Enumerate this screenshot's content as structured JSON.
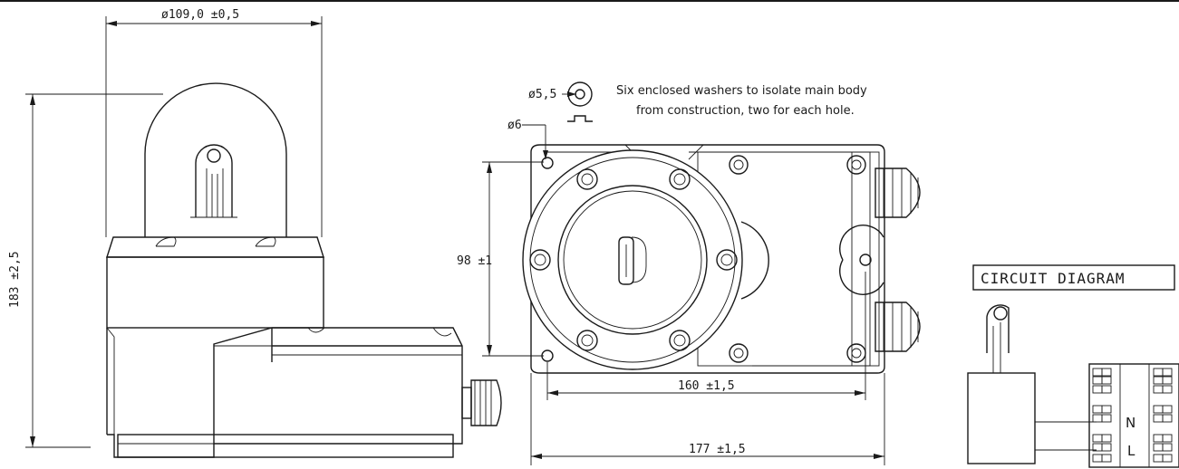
{
  "dimensions": {
    "diameter_top": "ø109,0  ±0,5",
    "height_total": "183  ±2,5",
    "washer_diameter": "ø5,5",
    "hole_diameter": "ø6",
    "height_body": "98  ±1",
    "hole_spacing": "160  ±1,5",
    "width_total": "177  ±1,5"
  },
  "note": {
    "line1": "Six enclosed washers to isolate main body",
    "line2": "from construction, two for each hole."
  },
  "circuit": {
    "title": "CIRCUIT  DIAGRAM",
    "label_n": "N",
    "label_l": "L"
  }
}
